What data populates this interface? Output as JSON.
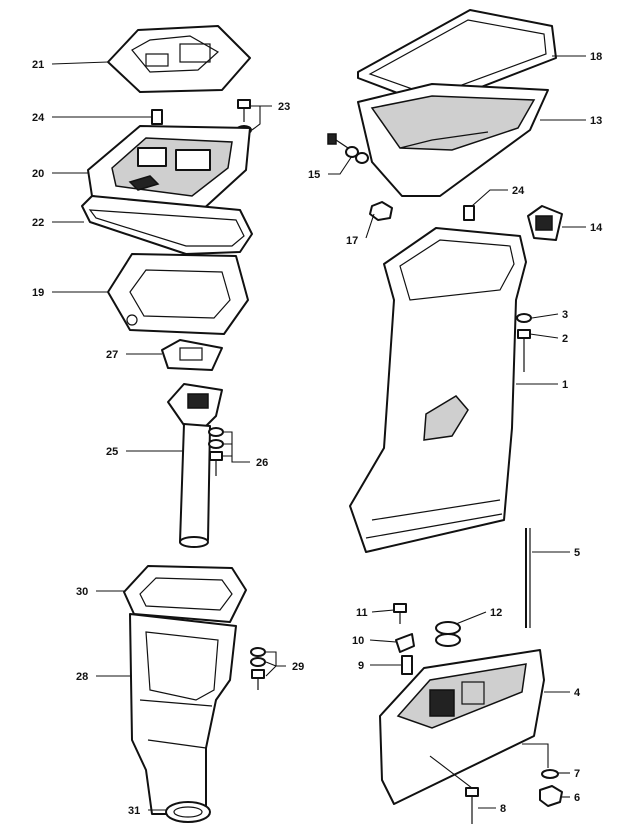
{
  "diagram": {
    "callouts": {
      "c1": "1",
      "c2": "2",
      "c3": "3",
      "c4": "4",
      "c5": "5",
      "c6": "6",
      "c7": "7",
      "c8": "8",
      "c9": "9",
      "c10": "10",
      "c11": "11",
      "c12": "12",
      "c13": "13",
      "c14": "14",
      "c15": "15",
      "c17": "17",
      "c18": "18",
      "c19": "19",
      "c20": "20",
      "c21": "21",
      "c22": "22",
      "c23": "23",
      "c24a": "24",
      "c24b": "24",
      "c25": "25",
      "c26": "26",
      "c27": "27",
      "c28": "28",
      "c29": "29",
      "c30": "30",
      "c31": "31"
    }
  }
}
